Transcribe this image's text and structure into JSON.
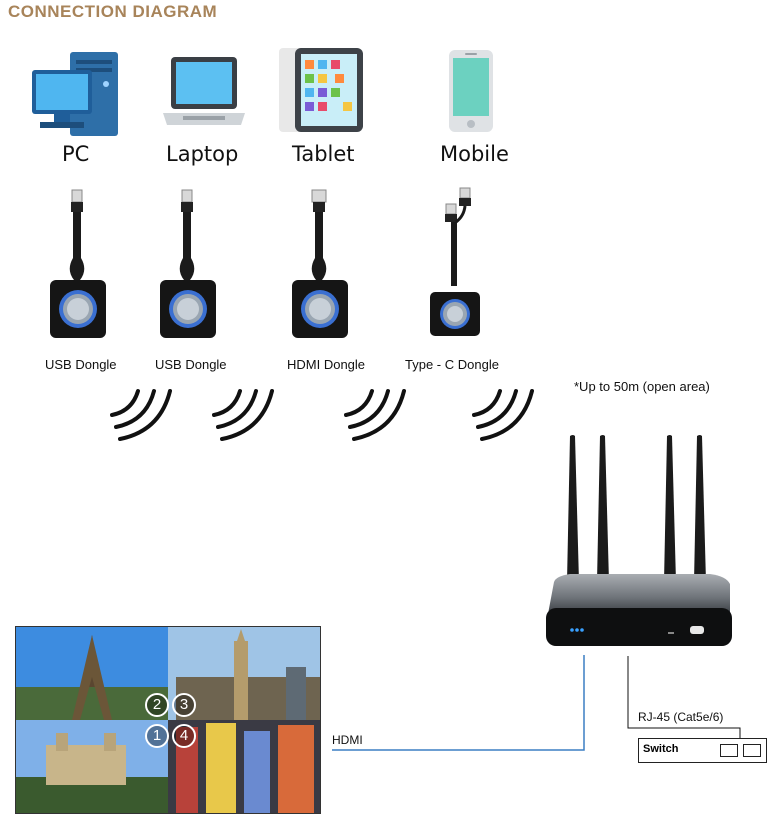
{
  "title": "CONNECTION DIAGRAM",
  "colors": {
    "title": "#a8845a",
    "line": "#3b7fc4"
  },
  "devices": [
    {
      "label": "PC"
    },
    {
      "label": "Laptop"
    },
    {
      "label": "Tablet"
    },
    {
      "label": "Mobile"
    }
  ],
  "dongles": [
    {
      "label": "USB Dongle"
    },
    {
      "label": "USB Dongle"
    },
    {
      "label": "HDMI Dongle"
    },
    {
      "label": "Type - C Dongle"
    }
  ],
  "range_note": "*Up to 50m (open area)",
  "connections": {
    "hdmi": "HDMI",
    "rj45": "RJ-45 (Cat5e/6)",
    "switch": "Switch"
  },
  "screen_markers": [
    "2",
    "3",
    "1",
    "4"
  ]
}
